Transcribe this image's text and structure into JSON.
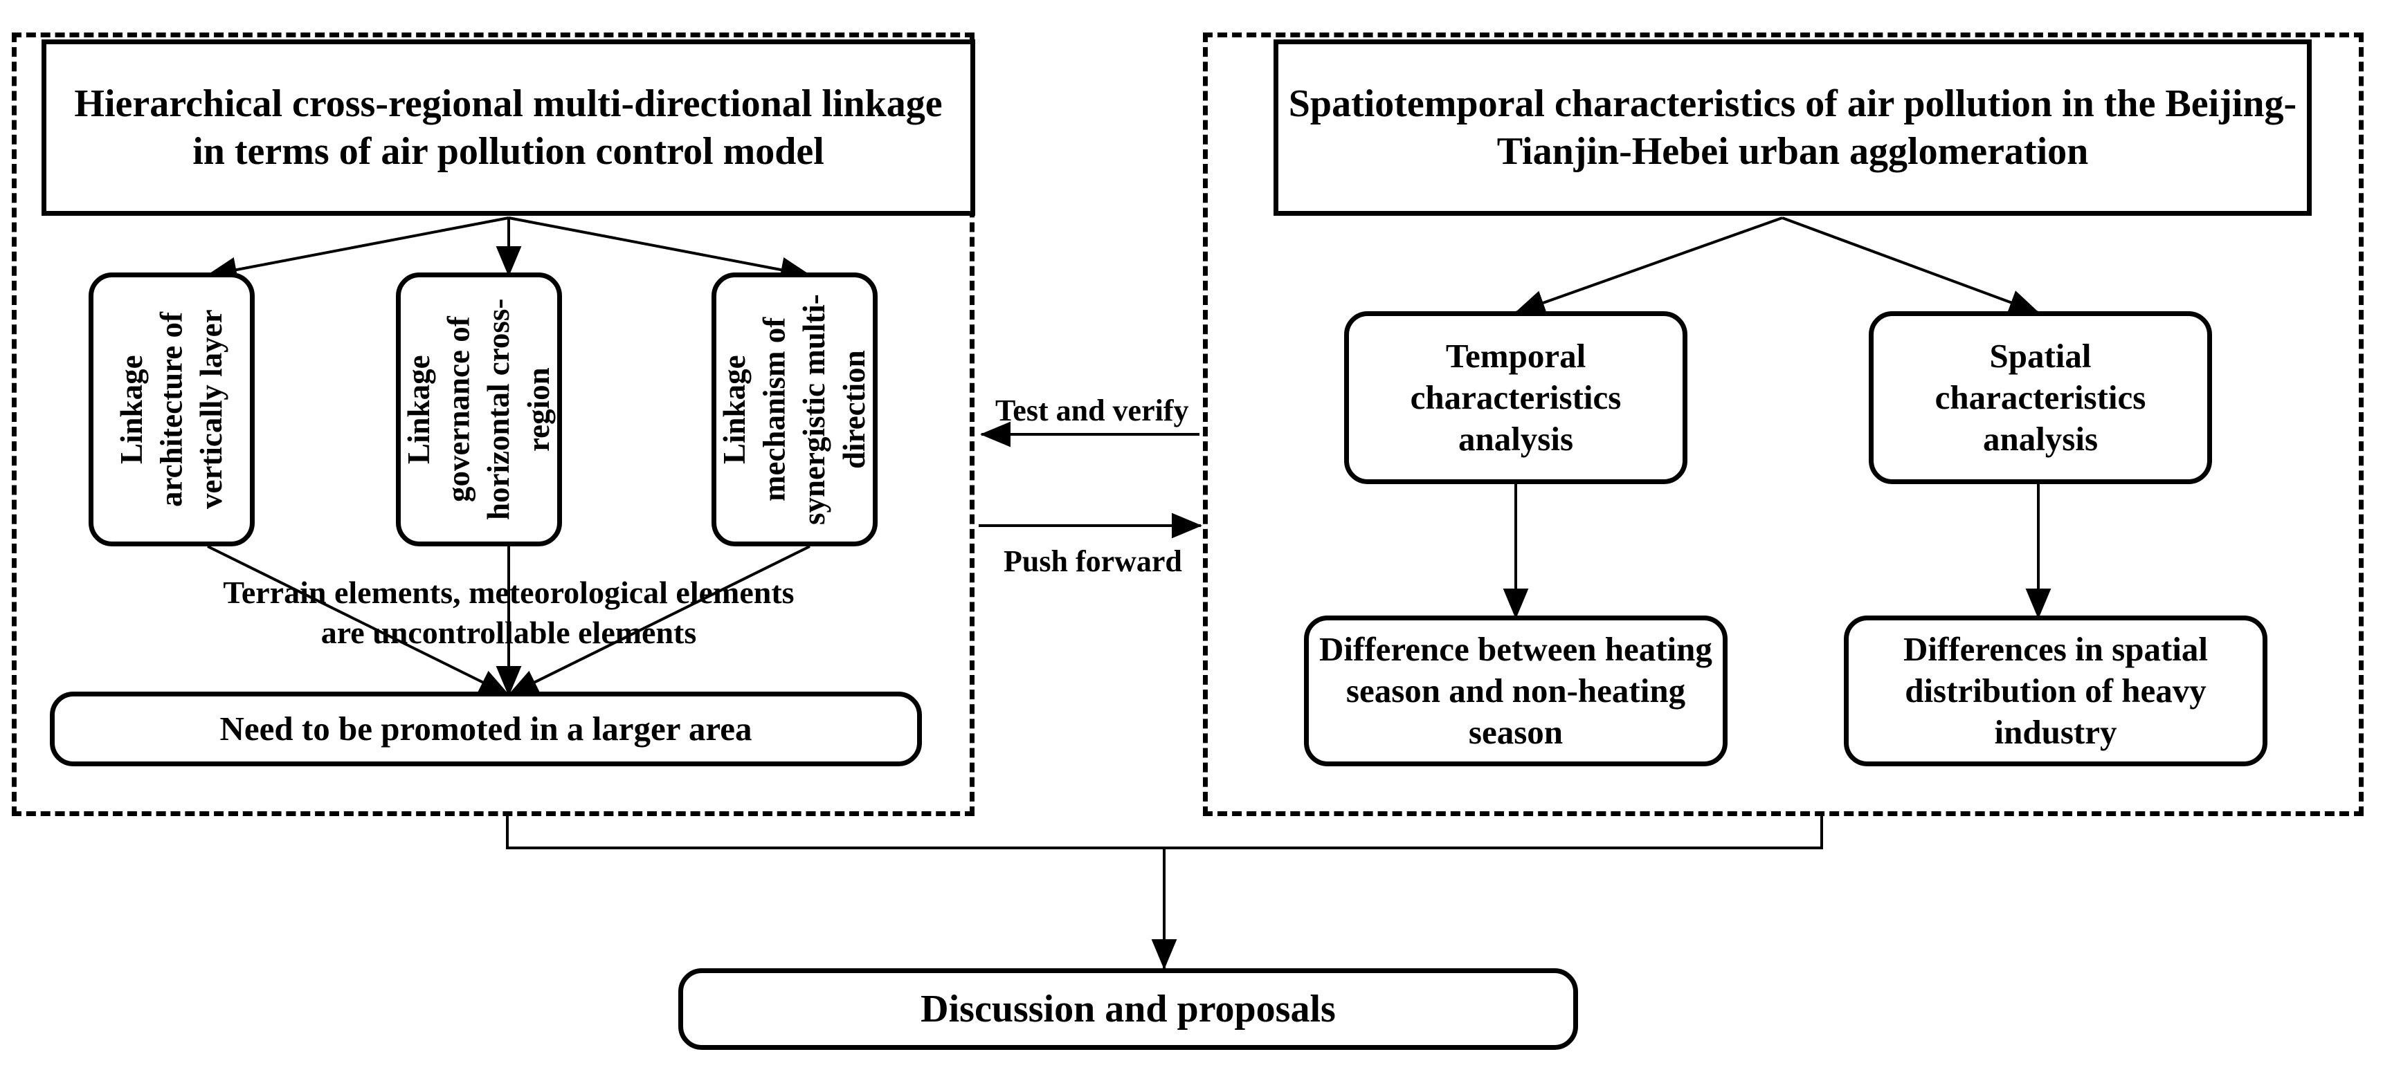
{
  "diagram": {
    "title_left_panel": "Hierarchical cross-regional multi-directional linkage in terms of air pollution control model",
    "title_right_panel": "Spatiotemporal characteristics of air pollution in the Beijing-Tianjin-Hebei urban agglomeration"
  },
  "left_panel": {
    "header": "Hierarchical cross-regional multi-directional linkage in terms of air pollution control model",
    "branches": [
      {
        "label": "Linkage architecture of vertically layer"
      },
      {
        "label": "Linkage governance of horizontal cross-region"
      },
      {
        "label": "Linkage mechanism of synergistic multi-direction"
      }
    ],
    "note": "Terrain elements, meteorological elements are uncontrollable elements",
    "outcome": "Need to be promoted in a larger area"
  },
  "right_panel": {
    "header": "Spatiotemporal characteristics of air pollution in the Beijing-Tianjin-Hebei urban agglomeration",
    "branches": [
      {
        "label": "Temporal characteristics analysis"
      },
      {
        "label": "Spatial characteristics analysis"
      }
    ],
    "outcomes": [
      {
        "label": "Difference between heating season and non-heating season"
      },
      {
        "label": "Differences in spatial distribution of heavy industry"
      }
    ]
  },
  "connectors": {
    "test_and_verify": "Test and verify",
    "push_forward": "Push forward"
  },
  "footer": {
    "label": "Discussion and proposals"
  },
  "colors": {
    "stroke": "#000000",
    "background": "#ffffff"
  }
}
